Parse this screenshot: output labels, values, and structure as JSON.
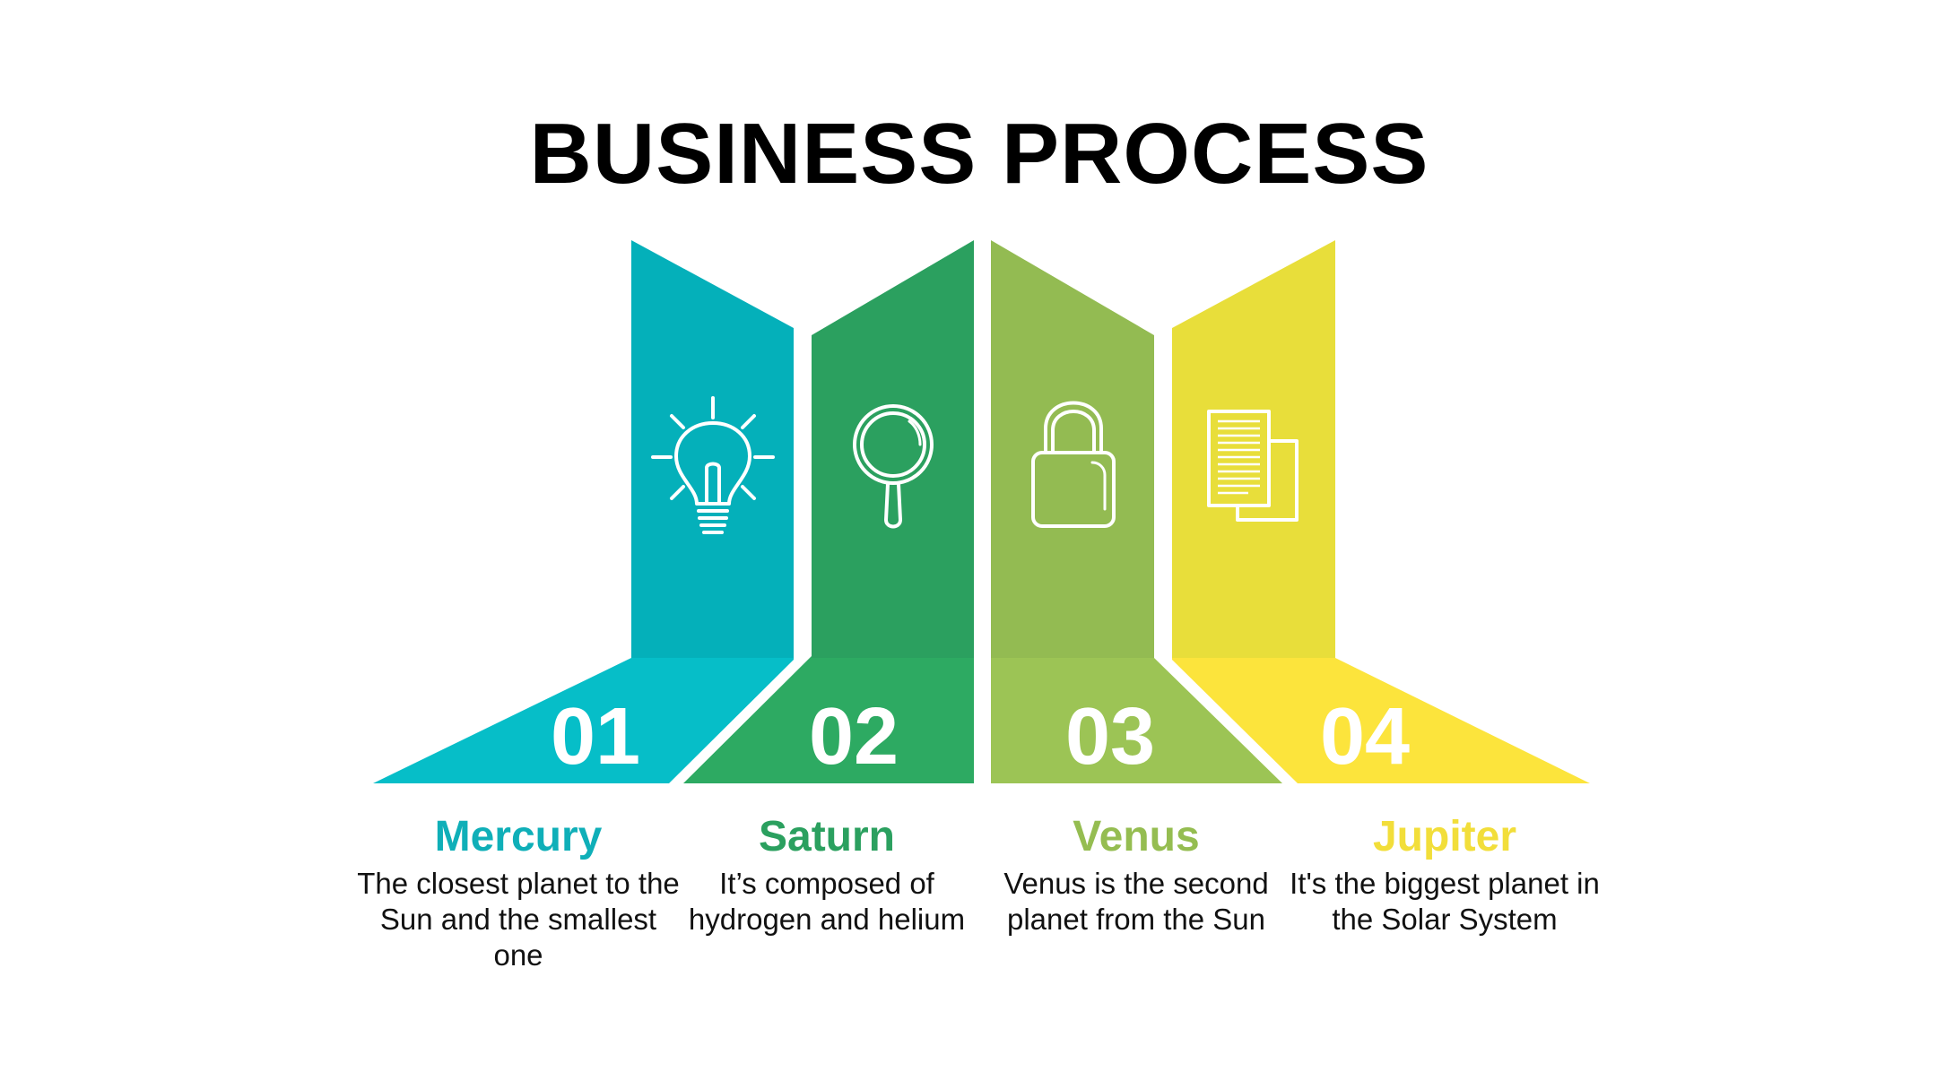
{
  "title": "BUSINESS PROCESS",
  "colors": {
    "step1_top": "#04B0BA",
    "step1_base": "#06BEC8",
    "step2_top": "#2BA05F",
    "step2_base": "#2DAA62",
    "step3_top": "#93BB52",
    "step3_base": "#9CC455",
    "step4_top": "#E8DE3A",
    "step4_base": "#FCE43C"
  },
  "steps": [
    {
      "number": "01",
      "name": "Mercury",
      "description": "The closest planet to the Sun and the smallest one",
      "icon": "lightbulb-icon",
      "color": "#0FAFB8"
    },
    {
      "number": "02",
      "name": "Saturn",
      "description": "It’s composed of hydrogen and helium",
      "icon": "magnifier-icon",
      "color": "#2BA05F"
    },
    {
      "number": "03",
      "name": "Venus",
      "description": "Venus is the second planet from the Sun",
      "icon": "padlock-icon",
      "color": "#95BD51"
    },
    {
      "number": "04",
      "name": "Jupiter",
      "description": "It's the biggest planet in the Solar System",
      "icon": "documents-icon",
      "color": "#F2DE3A"
    }
  ]
}
